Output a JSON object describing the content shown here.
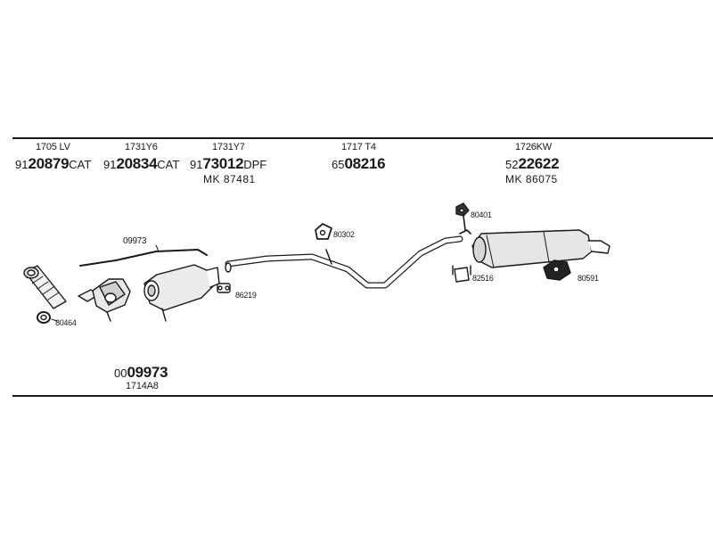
{
  "groups": [
    {
      "ref": "1705 LV",
      "pn_prefix": "91",
      "pn_main": "20879",
      "pn_suffix": "CAT"
    },
    {
      "ref": "1731Y6",
      "pn_prefix": "91",
      "pn_main": "20834",
      "pn_suffix": "CAT"
    },
    {
      "ref": "1731Y7",
      "pn_prefix": "91",
      "pn_main": "73012",
      "pn_suffix": "DPF",
      "mk": "MK 87481"
    },
    {
      "ref": "1717 T4",
      "pn_prefix": "65",
      "pn_main": "08216"
    },
    {
      "ref": "1726KW",
      "pn_prefix": "52",
      "pn_main": "22622",
      "mk": "MK 86075"
    }
  ],
  "callouts": {
    "c09973": "09973",
    "c80302": "80302",
    "c80401": "80401",
    "c86219": "86219",
    "c80464": "80464",
    "c82516": "82516",
    "c80591": "80591"
  },
  "bottom": {
    "pn_prefix": "00",
    "pn_main": "09973",
    "ref": "1714A8"
  }
}
